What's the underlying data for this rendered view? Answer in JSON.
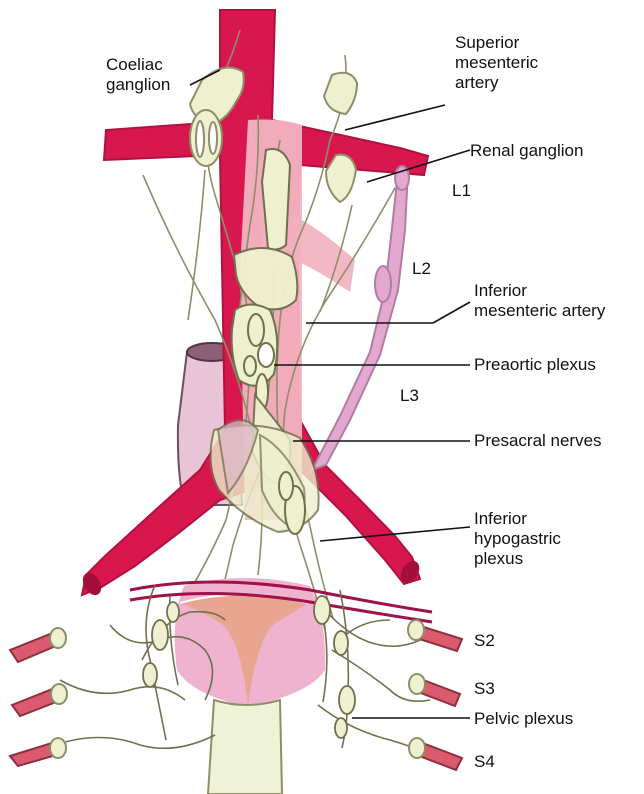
{
  "labels": {
    "coeliac_ganglion": [
      "Coeliac",
      "ganglion"
    ],
    "superior_mesenteric_artery": [
      "Superior",
      "mesenteric",
      "artery"
    ],
    "renal_ganglion": "Renal ganglion",
    "l1": "L1",
    "l2": "L2",
    "l3": "L3",
    "inferior_mesenteric_artery": [
      "Inferior",
      "mesenteric artery"
    ],
    "preaortic_plexus": "Preaortic plexus",
    "presacral_nerves": "Presacral nerves",
    "inferior_hypogastric_plexus": [
      "Inferior",
      "hypogastric",
      "plexus"
    ],
    "s2": "S2",
    "s3": "S3",
    "pelvic_plexus": "Pelvic plexus",
    "s4": "S4"
  },
  "colors": {
    "artery": "#d9174f",
    "artery_dark": "#a30f3a",
    "aorta_overlay": "#f3b9c3",
    "nerve": "#eef0cf",
    "nerve_stroke": "#8d8f68",
    "ivc": "#e9c4d6",
    "uterus": "#efb3cf",
    "uterine_center": "#e7a58c",
    "vagina": "#eef3d7",
    "ureter": "#e3a8cf",
    "sacral_root": "#d95b6d",
    "leader_line": "#111111"
  }
}
